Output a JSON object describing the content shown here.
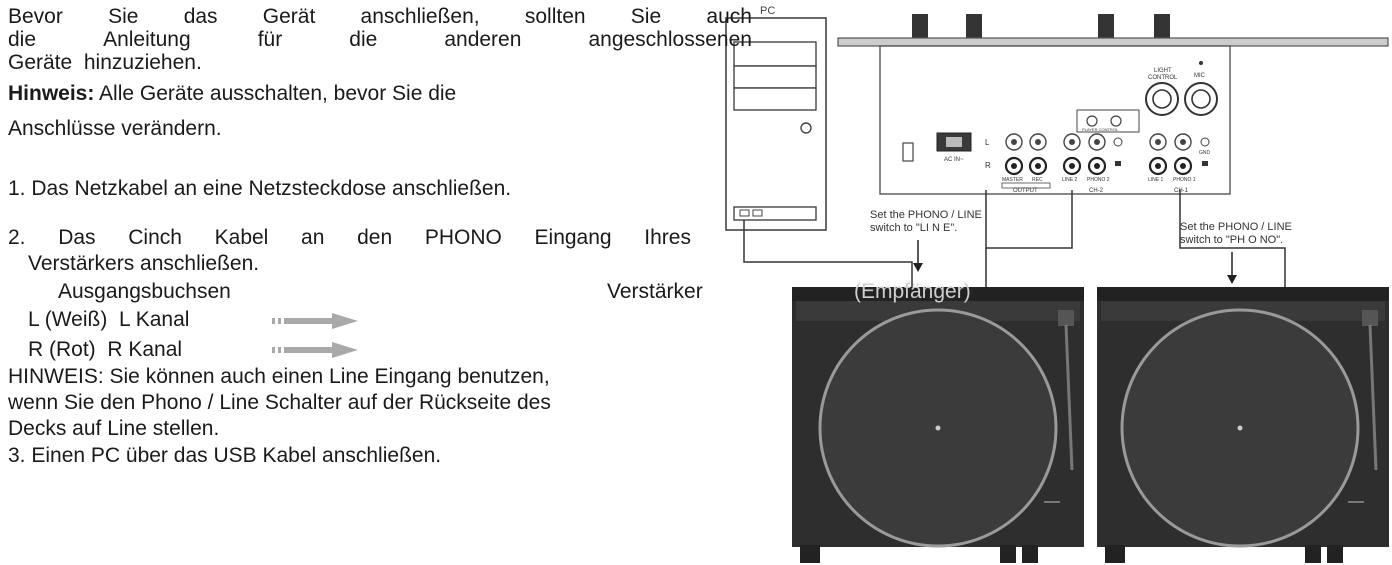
{
  "text": {
    "intro_line1_words": [
      "Bevor",
      "Sie",
      "das",
      "Gerät",
      "anschließen,",
      "sollten",
      "Sie",
      "auch"
    ],
    "intro_line2_words": [
      "die",
      "Anleitung",
      "für",
      "die",
      "anderen",
      "angeschlossenen"
    ],
    "intro_line3": "Geräte  hinzuziehen.",
    "note_label": "Hinweis:",
    "note_line1": " Alle Geräte ausschalten, bevor Sie die",
    "note_line2": "Anschlüsse verändern.",
    "step1": "1. Das Netzkabel an eine Netzsteckdose anschließen.",
    "step2_words": [
      "2.",
      "Das",
      "Cinch",
      "Kabel",
      "an",
      "den",
      "PHONO",
      "Eingang",
      "Ihres"
    ],
    "step2_line2": "Verstärkers anschließen.",
    "col_output": "Ausgangsbuchsen",
    "col_amp": "Verstärker",
    "col_receiver": "(Empfänger)",
    "row_left": "L (Weiß)  L Kanal",
    "row_right": "R (Rot)  R Kanal",
    "hint_line1": "HINWEIS: Sie können auch einen Line Eingang benutzen,",
    "hint_line2": "wenn Sie den Phono / Line Schalter auf der Rückseite des",
    "hint_line3": "Decks auf Line stellen.",
    "step3": "3. Einen PC über das USB Kabel anschließen."
  },
  "diagram": {
    "pc_label": "PC",
    "callout_left_line1": "Set the PHONO / LINE",
    "callout_left_line2": "switch to \"LI N E\".",
    "callout_right_line1": "Set the PHONO / LINE",
    "callout_right_line2": "switch to \"PH O NO\".",
    "light_control_line1": "LIGHT",
    "light_control_line2": "CONTROL",
    "mic_label": "MIC",
    "ac_in": "AC IN~",
    "player_control": "PLAYER CONTROL",
    "left_channel": "L",
    "right_channel": "R",
    "output_label": "OUTPUT",
    "ch2_label": "CH-2",
    "ch1_label": "CH-1",
    "jack_master": "MASTER",
    "jack_rec": "REC",
    "jack_line2": "LINE 2",
    "jack_phono_line2": "PHONO 2",
    "jack_line1": "LINE 1",
    "jack_phono_line1": "PHONO 1",
    "gnd_label": "GND"
  },
  "colors": {
    "text": "#1a1a1a",
    "line": "#333333",
    "arrow": "#a9a9a9",
    "turntable_base": "#2e2e2e",
    "platter": "#3a3a3a"
  }
}
